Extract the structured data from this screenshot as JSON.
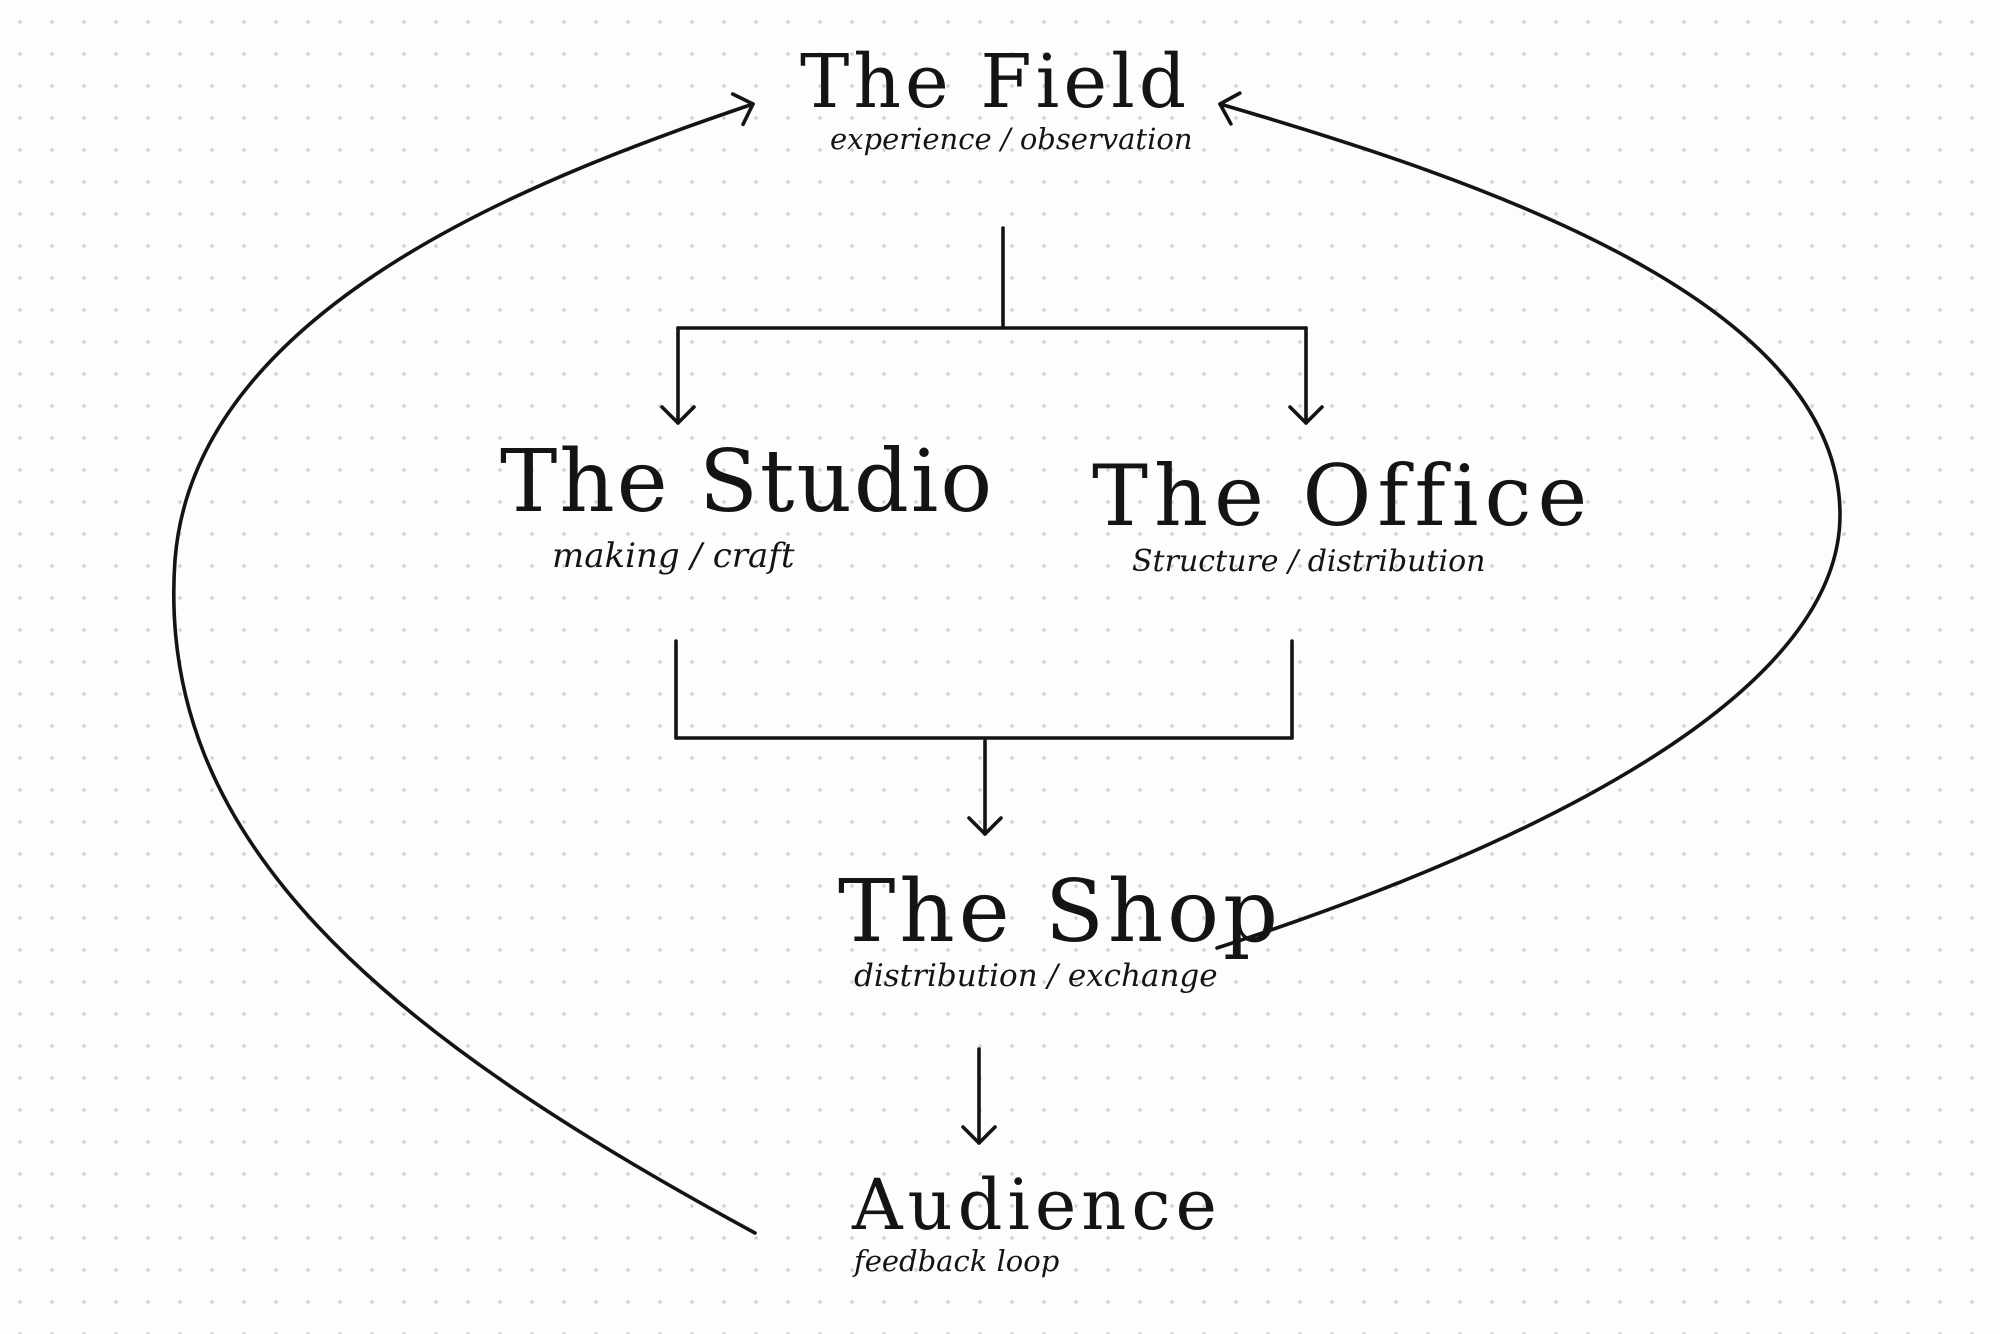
{
  "nodes": {
    "field": {
      "title": "The Field",
      "subtitle": "experience / observation"
    },
    "studio": {
      "title": "The Studio",
      "subtitle": "making / craft"
    },
    "office": {
      "title": "The Office",
      "subtitle": "Structure / distribution"
    },
    "shop": {
      "title": "The Shop",
      "subtitle": "distribution / exchange"
    },
    "audience": {
      "title": "Audience",
      "subtitle": "feedback loop"
    }
  },
  "style": {
    "ink_color": "#141414",
    "background_color": "#fdfdfd",
    "dot_grid_color": "#d4d4d4"
  }
}
